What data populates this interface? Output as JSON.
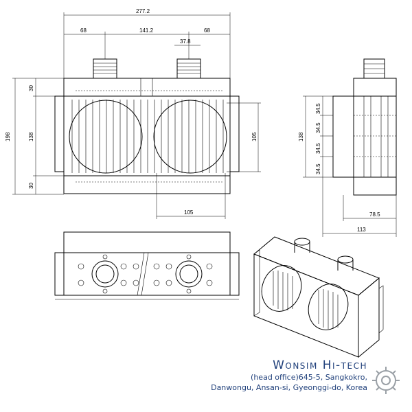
{
  "dimensions": {
    "overall_width": "277.2",
    "left_offset": "68",
    "center_span": "141.2",
    "right_offset": "68",
    "port_size": "37.8",
    "overall_height": "198",
    "top_band": "30",
    "core_height": "138",
    "bottom_band": "30",
    "fan_diameter": "105",
    "fan_width": "105",
    "side_core_height": "138",
    "side_pitch_1": "34.5",
    "side_pitch_2": "34.5",
    "side_pitch_3": "34.5",
    "side_pitch_4": "34.5",
    "side_depth": "78.5",
    "side_overall_depth": "113"
  },
  "company": {
    "name": "Wonsim Hi-tech",
    "address_line1": "(head office)645-5,  Sangkokro,",
    "address_line2": "Danwongu, Ansan-si, Gyeonggi-do, Korea"
  },
  "colors": {
    "line": "#000000",
    "company_text": "#1f3f7a",
    "logo": "#9aa0a6"
  },
  "icons": {
    "logo": "gear-logo-icon"
  }
}
